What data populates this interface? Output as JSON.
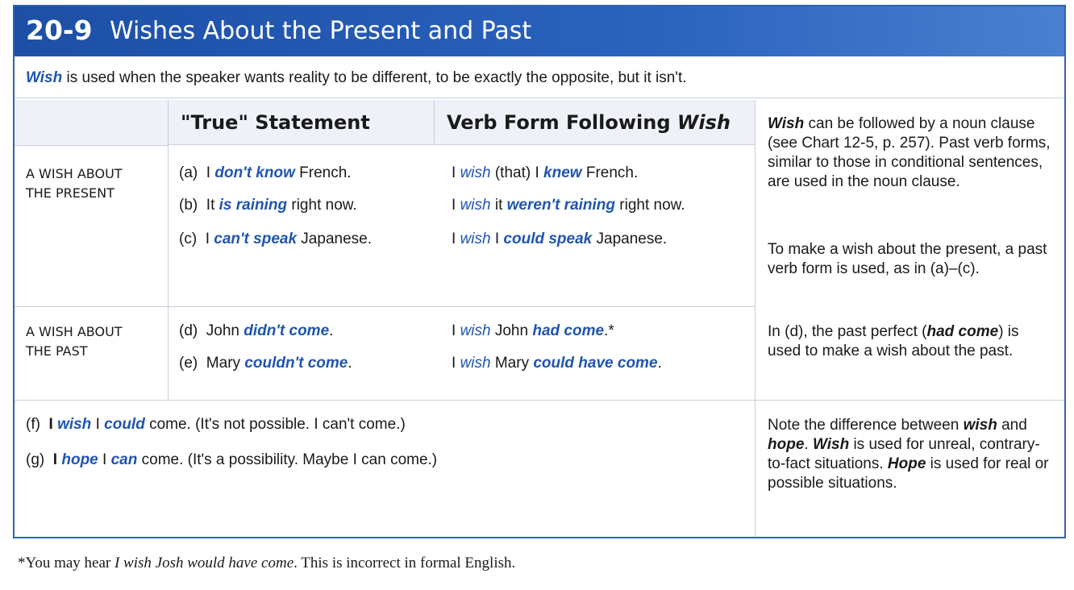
{
  "chart_number": "20-9",
  "chart_title": "Wishes About the Present and Past",
  "intro": {
    "wish": "Wish",
    "rest": " is used when the speaker wants reality to be different, to be exactly the opposite, but it isn't."
  },
  "columns": {
    "true_statement": "\"True\" Statement",
    "verb_form": "Verb Form Following ",
    "verb_form_wish": "Wish"
  },
  "sections": {
    "present_label": [
      "A WISH ABOUT",
      "THE PRESENT"
    ],
    "past_label": [
      "A WISH ABOUT",
      "THE PAST"
    ]
  },
  "examples": {
    "a": {
      "marker": "(a)",
      "t1": "I ",
      "t2": "don't know",
      "t3": " French.",
      "w1": "I ",
      "w2": "wish",
      "w3": " (that) I ",
      "w4": "knew",
      "w5": " French."
    },
    "b": {
      "marker": "(b)",
      "t1": "It ",
      "t2": "is raining",
      "t3": " right now.",
      "w1": "I ",
      "w2": "wish",
      "w3": " it ",
      "w4": "weren't raining",
      "w5": " right now."
    },
    "c": {
      "marker": "(c)",
      "t1": "I ",
      "t2": "can't speak",
      "t3": " Japanese.",
      "w1": "I ",
      "w2": "wish",
      "w3": " I ",
      "w4": "could speak",
      "w5": " Japanese."
    },
    "d": {
      "marker": "(d)",
      "t1": "John ",
      "t2": "didn't come",
      "t3": ".",
      "w1": "I ",
      "w2": "wish",
      "w3": " John ",
      "w4": "had come",
      "w5": ".*"
    },
    "e": {
      "marker": "(e)",
      "t1": "Mary ",
      "t2": "couldn't come",
      "t3": ".",
      "w1": "I ",
      "w2": "wish",
      "w3": " Mary ",
      "w4": "could have come",
      "w5": "."
    },
    "f": {
      "marker": "(f)",
      "p1": "I ",
      "p2": "wish",
      "p3": " I ",
      "p4": "could",
      "p5": " come.  (It's not possible.  I can't come.)"
    },
    "g": {
      "marker": "(g)",
      "p1": "I ",
      "p2": "hope",
      "p3": " I ",
      "p4": "can",
      "p5": " come.  (It's a possibility.  Maybe I can come.)"
    }
  },
  "notes": {
    "n1_wish": "Wish",
    "n1_rest": " can be followed by a noun clause (see Chart 12-5, p. 257). Past verb forms, similar to those in conditional sentences, are used in the noun clause.",
    "n2": "To make a wish about the present, a past verb form is used, as in (a)–(c).",
    "n3_pre": "In (d), the past perfect (",
    "n3_bold": "had come",
    "n3_post": ") is used to make a wish about the past.",
    "n4_pre": "Note the difference between ",
    "n4_wish": "wish",
    "n4_and": " and ",
    "n4_hope": "hope",
    "n4_dot": ".  ",
    "n4_wish2": "Wish",
    "n4_mid": " is used for unreal, contrary-to-fact situations.  ",
    "n4_hope2": "Hope",
    "n4_end": " is used for real or possible situations."
  },
  "footnote": {
    "star": "*",
    "pre": "You may hear ",
    "italic": "I wish Josh would have come",
    "post": ".  This is incorrect in formal English."
  },
  "colors": {
    "header_blue": "#2a62bd",
    "emphasis_blue": "#1f55b0",
    "rule": "#c7cfdc"
  }
}
